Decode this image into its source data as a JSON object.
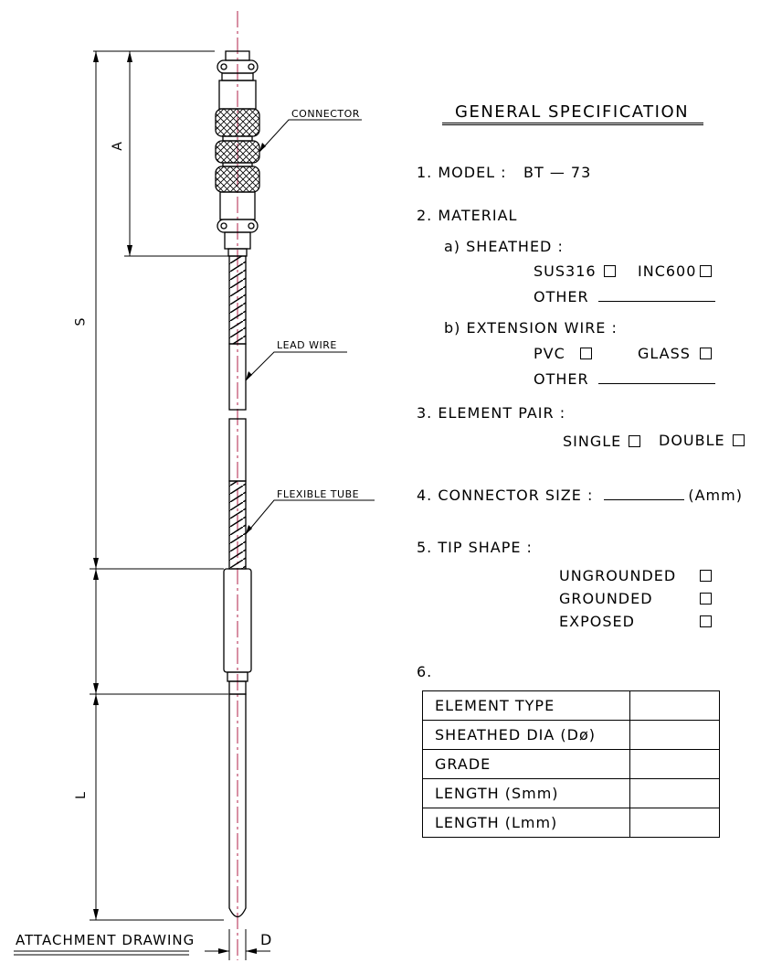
{
  "drawing": {
    "dimensions": {
      "a": "A",
      "s": "S",
      "l": "L",
      "d": "D"
    },
    "callouts": {
      "connector": "CONNECTOR",
      "lead_wire": "LEAD WIRE",
      "flexible_tube": "FLEXIBLE TUBE"
    },
    "footer_label": "ATTACHMENT DRAWING"
  },
  "spec": {
    "title": "GENERAL SPECIFICATION",
    "model": {
      "label": "1. MODEL :",
      "value": "BT — 73"
    },
    "material": {
      "label": "2. MATERIAL",
      "sheathed": {
        "label": "a) SHEATHED :",
        "option1": "SUS316",
        "option2": "INC600",
        "other": "OTHER"
      },
      "extension_wire": {
        "label": "b) EXTENSION WIRE :",
        "option1": "PVC",
        "option2": "GLASS",
        "other": "OTHER"
      }
    },
    "element_pair": {
      "label": "3. ELEMENT PAIR :",
      "option1": "SINGLE",
      "option2": "DOUBLE"
    },
    "connector_size": {
      "label": "4. CONNECTOR SIZE :",
      "unit": "(Amm)"
    },
    "tip_shape": {
      "label": "5. TIP SHAPE :",
      "options": [
        "UNGROUNDED",
        "GROUNDED",
        "EXPOSED"
      ]
    },
    "table": {
      "label": "6.",
      "rows": [
        "ELEMENT TYPE",
        "SHEATHED DIA (Dø)",
        "GRADE",
        "LENGTH (Smm)",
        "LENGTH (Lmm)"
      ]
    }
  }
}
